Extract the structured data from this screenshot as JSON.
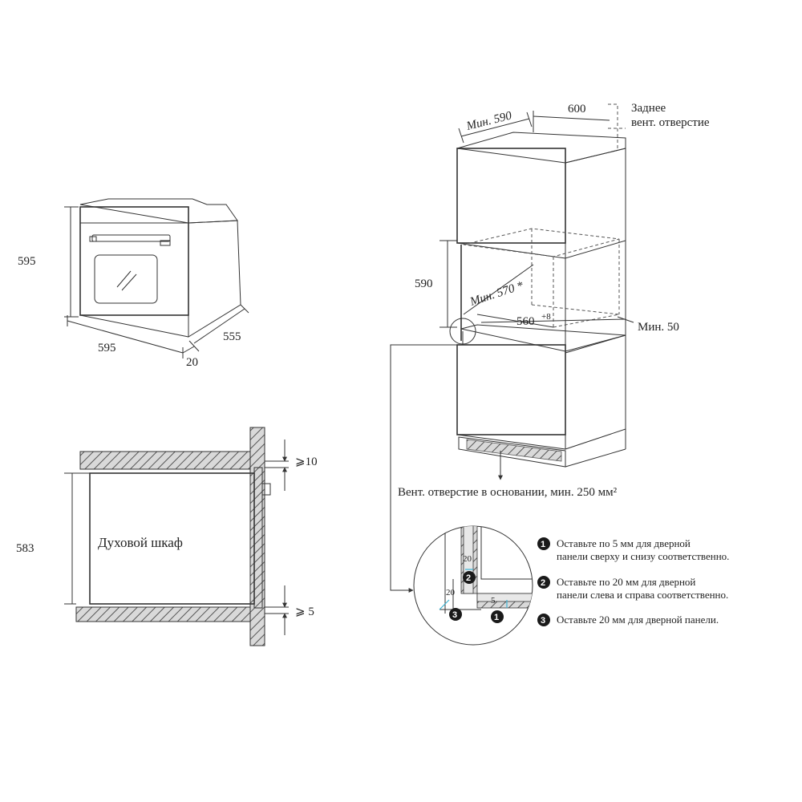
{
  "oven_view": {
    "height_label": "595",
    "width_label": "595",
    "depth_label": "555",
    "door_label": "20"
  },
  "column_view": {
    "min_width_label": "Мин. 590",
    "width_label": "600",
    "rear_vent_label_line1": "Заднее",
    "rear_vent_label_line2": "вент. отверстие",
    "niche_height_label": "590",
    "min_depth_label": "Мин. 570 *",
    "inner_width_label": "560",
    "inner_width_tolerance": "+8",
    "min_gap_label": "Мин. 50",
    "base_vent_label": "Вент. отверстие в основании, мин. 250 мм²"
  },
  "section_view": {
    "top_gap_label": "⩾10",
    "height_label": "583",
    "bottom_gap_label": "⩾ 5",
    "oven_label": "Духовой шкаф"
  },
  "detail_view": {
    "dim_vertical": "20",
    "dim_side": "20",
    "dim_bottom": "5",
    "badges": [
      "1",
      "2",
      "3"
    ]
  },
  "notes": [
    {
      "badge": "1",
      "line1": "Оставьте по 5 мм для дверной",
      "line2": "панели сверху и снизу соответственно."
    },
    {
      "badge": "2",
      "line1": "Оставьте по 20 мм для дверной",
      "line2": "панели слева и справа соответственно."
    },
    {
      "badge": "3",
      "line1": "Оставьте 20 мм для дверной панели.",
      "line2": ""
    }
  ],
  "colors": {
    "line": "#333333",
    "hatch": "#555555",
    "badge": "#1a1a1a",
    "accent": "#3fb5d6"
  }
}
